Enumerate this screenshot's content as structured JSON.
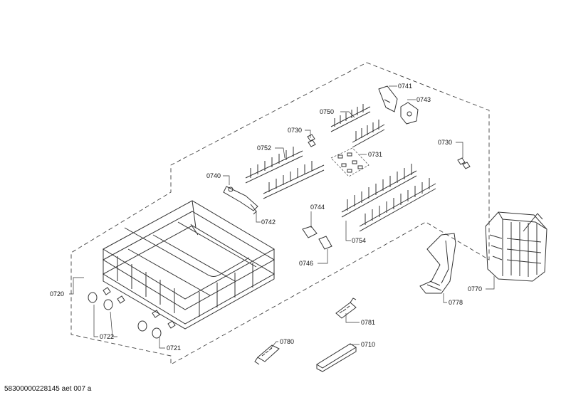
{
  "labels": {
    "p0741": "0741",
    "p0743": "0743",
    "p0750": "0750",
    "p0730a": "0730",
    "p0731": "0731",
    "p0730b": "0730",
    "p0752": "0752",
    "p0740": "0740",
    "p0742": "0742",
    "p0744": "0744",
    "p0754": "0754",
    "p0746": "0746",
    "p0720": "0720",
    "p0770": "0770",
    "p0778": "0778",
    "p0722": "0722",
    "p0781": "0781",
    "p0721": "0721",
    "p0780": "0780",
    "p0710": "0710"
  },
  "footer": "58300000228145 aet 007 a"
}
